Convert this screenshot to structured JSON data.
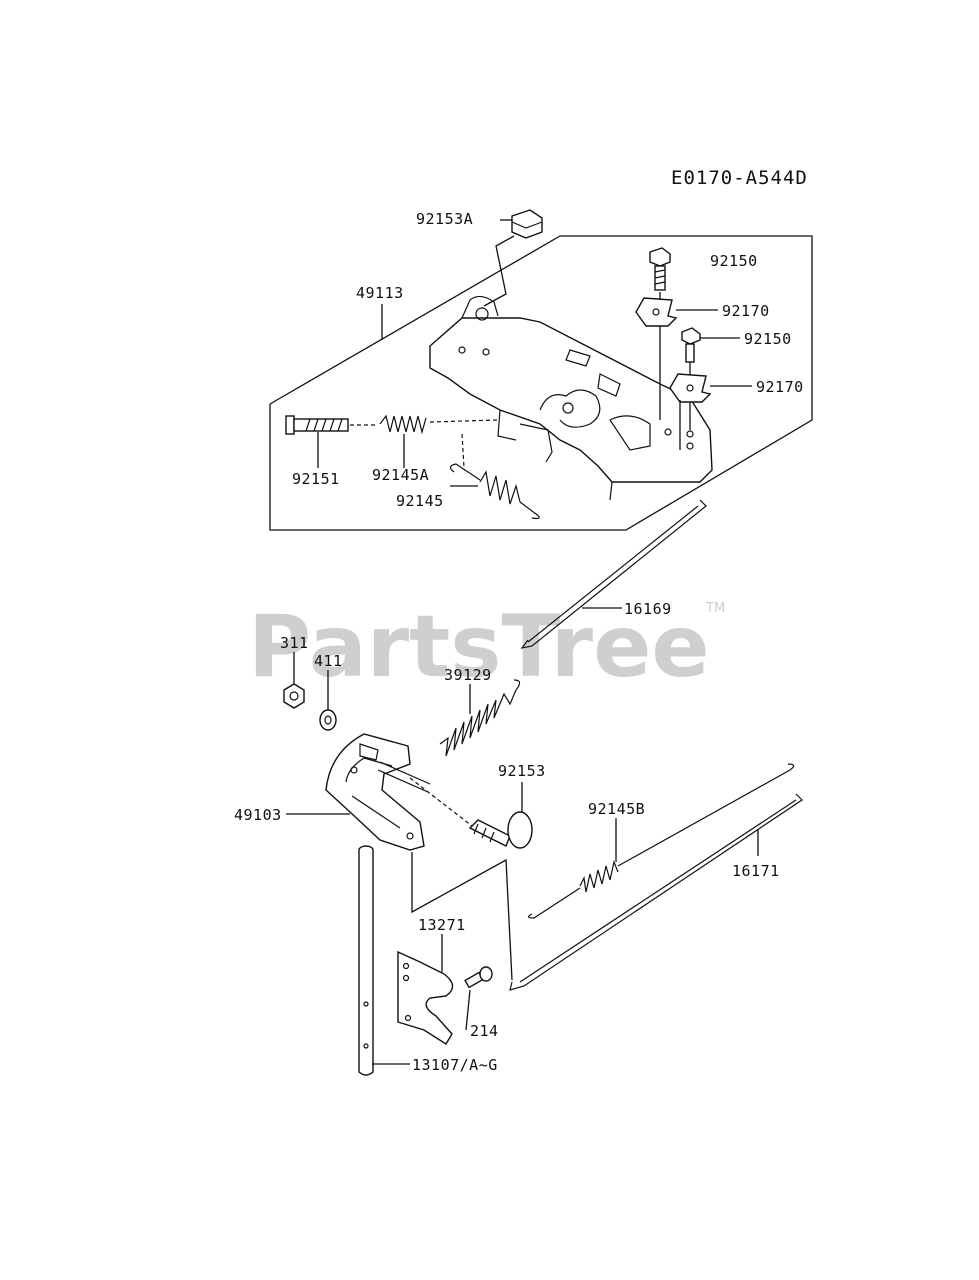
{
  "diagram_code": "E0170-A544D",
  "watermark": {
    "brand": "PartsTree",
    "trademark": "TM"
  },
  "labels": {
    "p92153A": "92153A",
    "p49113": "49113",
    "p92150a": "92150",
    "p92170a": "92170",
    "p92150b": "92150",
    "p92170b": "92170",
    "p92151": "92151",
    "p92145A": "92145A",
    "p92145": "92145",
    "p16169": "16169",
    "p311": "311",
    "p411": "411",
    "p39129": "39129",
    "p92153": "92153",
    "p49103": "49103",
    "p92145B": "92145B",
    "p16171": "16171",
    "p13271": "13271",
    "p214": "214",
    "p13107": "13107/A~G"
  }
}
